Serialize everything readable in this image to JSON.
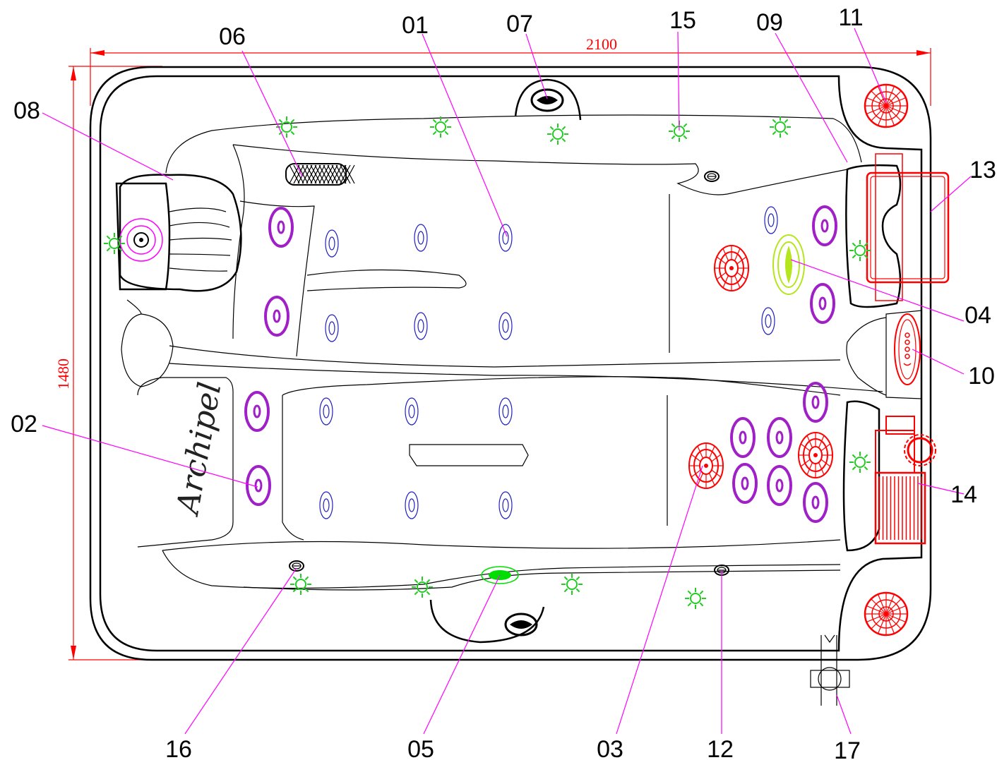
{
  "title": "",
  "brand_logo_text": "Archipel",
  "dimensions": {
    "width_label": "2100",
    "height_label": "1480"
  },
  "callouts": [
    {
      "id": "c01",
      "label": "01"
    },
    {
      "id": "c02",
      "label": "02"
    },
    {
      "id": "c03",
      "label": "03"
    },
    {
      "id": "c04",
      "label": "04"
    },
    {
      "id": "c05",
      "label": "05"
    },
    {
      "id": "c06",
      "label": "06"
    },
    {
      "id": "c07",
      "label": "07"
    },
    {
      "id": "c08",
      "label": "08"
    },
    {
      "id": "c09",
      "label": "09"
    },
    {
      "id": "c10",
      "label": "10"
    },
    {
      "id": "c11",
      "label": "11"
    },
    {
      "id": "c12",
      "label": "12"
    },
    {
      "id": "c13",
      "label": "13"
    },
    {
      "id": "c14",
      "label": "14"
    },
    {
      "id": "c15",
      "label": "15"
    },
    {
      "id": "c16",
      "label": "16"
    },
    {
      "id": "c17",
      "label": "17"
    }
  ],
  "colors": {
    "outline": "#000000",
    "leader": "#ff00ff",
    "dimension": "#ff0000",
    "small_jet": "#2020c0",
    "large_jet": "#a020c8",
    "light": "#22cc22",
    "equipment": "#ff0000",
    "waterfall": "#b5e61d",
    "led_spot": "#00dd00"
  },
  "icons": [
    "light-star-icon",
    "small-jet-icon",
    "large-jet-icon",
    "rotary-jet-icon",
    "drain-icon",
    "speaker-icon",
    "filter-skimmer-icon",
    "headrest-icon",
    "pump-icon",
    "cover-lifter-icon",
    "control-panel-icon",
    "valve-icon"
  ]
}
